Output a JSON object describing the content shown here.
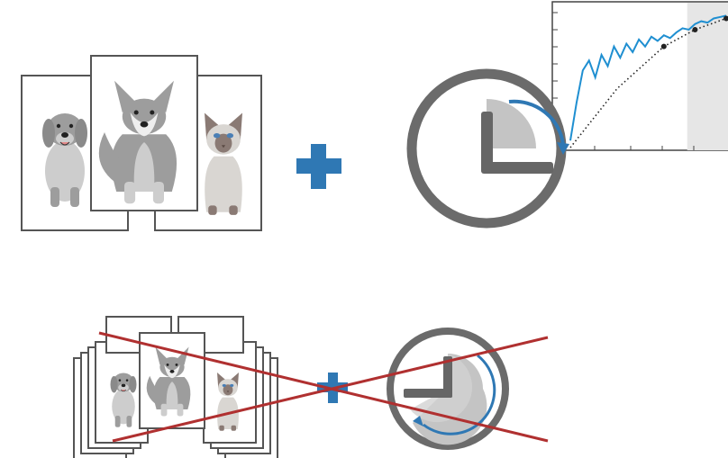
{
  "colors": {
    "background": "#ffffff",
    "card_border": "#555555",
    "dog_fur": "#9d9d9d",
    "dog_light": "#c9c9c9",
    "husky_fur": "#8f8f8f",
    "cat_fur": "#d9d6d2",
    "cat_points": "#8a7a74",
    "cat_eye": "#4a7fb5",
    "plus_blue": "#2f78b4",
    "clock_ring": "#6b6b6b",
    "clock_hands": "#666666",
    "clock_wedge": "#c4c4c4",
    "arrow_blue": "#2f78b4",
    "chart_line": "#1f8fd1",
    "chart_dotted": "#222222",
    "chart_shade": "#e6e6e6",
    "cross_red": "#b03030"
  },
  "icons": {
    "plus": "plus-icon",
    "clock": "clock-icon",
    "cross": "cross-out-icon"
  },
  "chart_data": {
    "type": "line",
    "x": [
      0,
      0.04,
      0.08,
      0.12,
      0.16,
      0.2,
      0.24,
      0.28,
      0.32,
      0.36,
      0.4,
      0.44,
      0.48,
      0.52,
      0.56,
      0.6,
      0.64,
      0.68,
      0.72,
      0.76,
      0.8,
      0.84,
      0.88,
      0.92,
      0.96,
      1.0
    ],
    "series": [
      {
        "style": "solid",
        "color": "#1f8fd1",
        "values": [
          0.05,
          0.32,
          0.55,
          0.62,
          0.5,
          0.66,
          0.58,
          0.72,
          0.64,
          0.74,
          0.68,
          0.77,
          0.72,
          0.79,
          0.76,
          0.8,
          0.78,
          0.82,
          0.85,
          0.84,
          0.88,
          0.9,
          0.89,
          0.92,
          0.93,
          0.94
        ]
      },
      {
        "style": "dotted",
        "color": "#222222",
        "x": [
          0.0,
          0.3,
          0.6,
          0.8,
          1.0
        ],
        "values": [
          0.0,
          0.42,
          0.72,
          0.84,
          0.92
        ]
      }
    ],
    "shaded_region": [
      0.75,
      1.0
    ],
    "xlim": [
      0,
      1
    ],
    "ylim": [
      0,
      1
    ],
    "title": "",
    "xlabel": "",
    "ylabel": ""
  }
}
